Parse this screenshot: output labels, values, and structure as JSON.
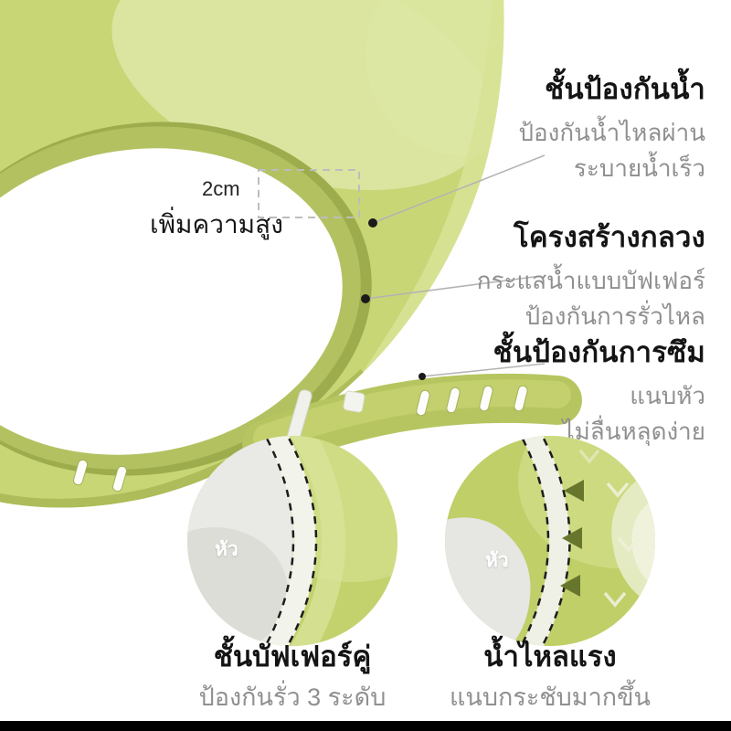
{
  "measure": {
    "value": "2cm",
    "label": "เพิ่มความสูง"
  },
  "callouts": [
    {
      "title": "ชั้นป้องกันน้ำ",
      "lines": [
        "ป้องกันน้ำไหลผ่าน",
        "ระบายน้ำเร็ว"
      ]
    },
    {
      "title": "โครงสร้างกลวง",
      "lines": [
        "กระแสน้ำแบบบัฟเฟอร์",
        "ป้องกันการรั่วไหล"
      ]
    },
    {
      "title": "ชั้นป้องกันการซึม",
      "lines": [
        "แนบหัว",
        "ไม่ลื่นหลุดง่าย"
      ]
    }
  ],
  "insets": [
    {
      "label": "หัว",
      "title": "ชั้นบัฟเฟอร์คู่",
      "subtitle": "ป้องกันรั่ว 3 ระดับ"
    },
    {
      "label": "หัว",
      "title": "น้ำไหลแรง",
      "subtitle": "แนบกระชับมากขึ้น"
    }
  ],
  "colors": {
    "product_green": "#c9d676",
    "product_green_light": "#e0e9ad",
    "product_green_dark": "#9dac4d",
    "strap_green": "#b6c55f",
    "title_text": "#141414",
    "sub_text": "#8f8f8f",
    "leader_line": "#b3b3b3"
  }
}
